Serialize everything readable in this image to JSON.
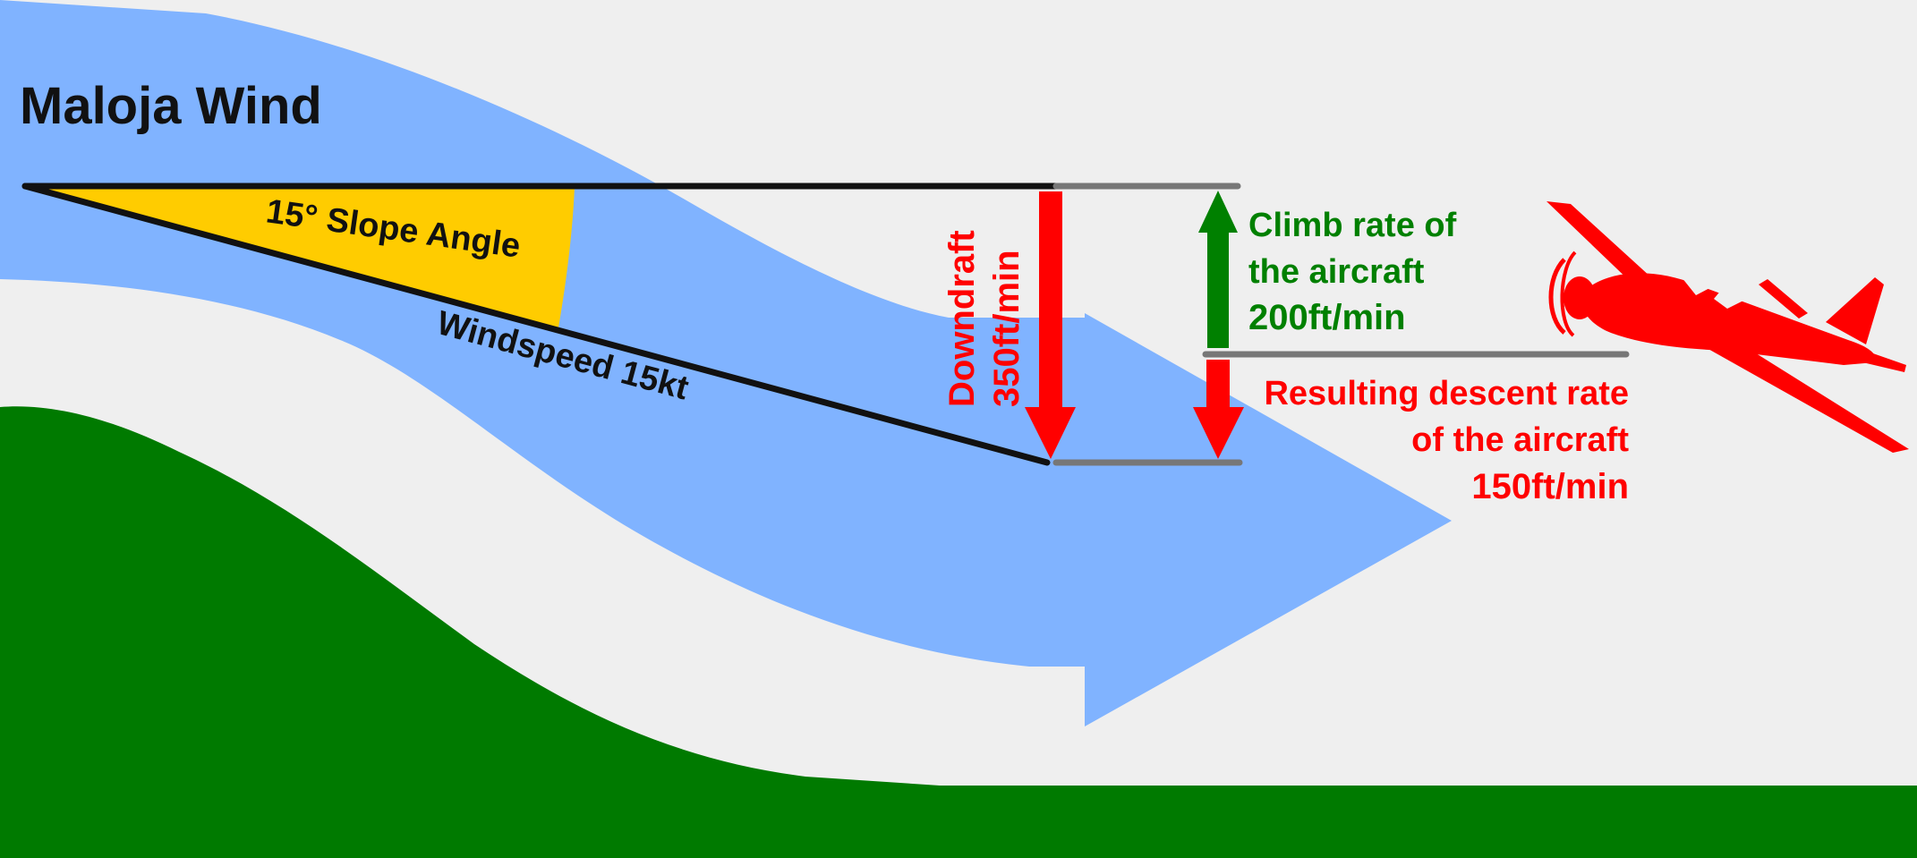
{
  "title": "Maloja Wind",
  "labels": {
    "slope_angle": "15° Slope Angle",
    "windspeed": "Windspeed 15kt",
    "downdraft_line1": "Downdraft",
    "downdraft_line2": "350ft/min",
    "climb_line1": "Climb rate of",
    "climb_line2": "the aircraft",
    "climb_line3": "200ft/min",
    "descent_line1": "Resulting descent rate",
    "descent_line2": "of the aircraft",
    "descent_line3": "150ft/min"
  },
  "values": {
    "slope_angle_deg": 15,
    "windspeed_kt": 15,
    "downdraft_ft_min": 350,
    "climb_rate_ft_min": 200,
    "descent_rate_ft_min": 150
  },
  "colors": {
    "background": "#efefef",
    "wind_flow": "#80b3ff",
    "terrain": "#007a00",
    "slope_fill": "#ffcc00",
    "downdraft": "#ff0000",
    "climb": "#008000",
    "reference_lines": "#777777",
    "aircraft": "#ff0000",
    "text": "#111111"
  },
  "icons": {
    "aircraft": "airplane-icon"
  }
}
